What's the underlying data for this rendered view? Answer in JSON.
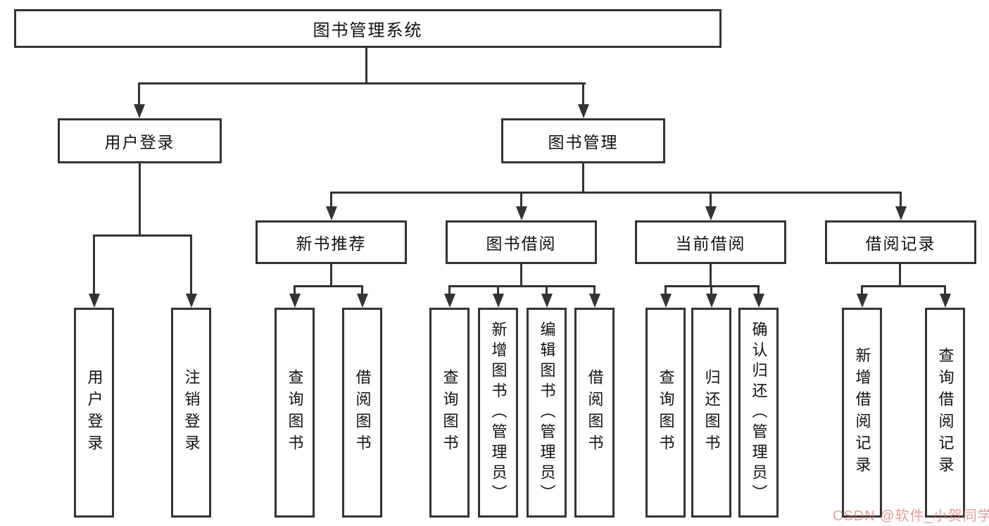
{
  "tree": {
    "root": "图书管理系统",
    "children": [
      {
        "label": "用户登录",
        "children": [
          "用户登录",
          "注销登录"
        ]
      },
      {
        "label": "图书管理",
        "children": [
          {
            "label": "新书推荐",
            "children": [
              "查询图书",
              "借阅图书"
            ]
          },
          {
            "label": "图书借阅",
            "children": [
              "查询图书",
              "新增图书（管理员）",
              "编辑图书（管理员）",
              "借阅图书"
            ]
          },
          {
            "label": "当前借阅",
            "children": [
              "查询图书",
              "归还图书",
              "确认归还（管理员）"
            ]
          },
          {
            "label": "借阅记录",
            "children": [
              "新增借阅记录",
              "查询借阅记录"
            ]
          }
        ]
      }
    ]
  },
  "watermark": "CSDN @软件_小贺同学",
  "colors": {
    "line": "#333333",
    "text": "#111111",
    "watermark_tint": "#D66862"
  }
}
